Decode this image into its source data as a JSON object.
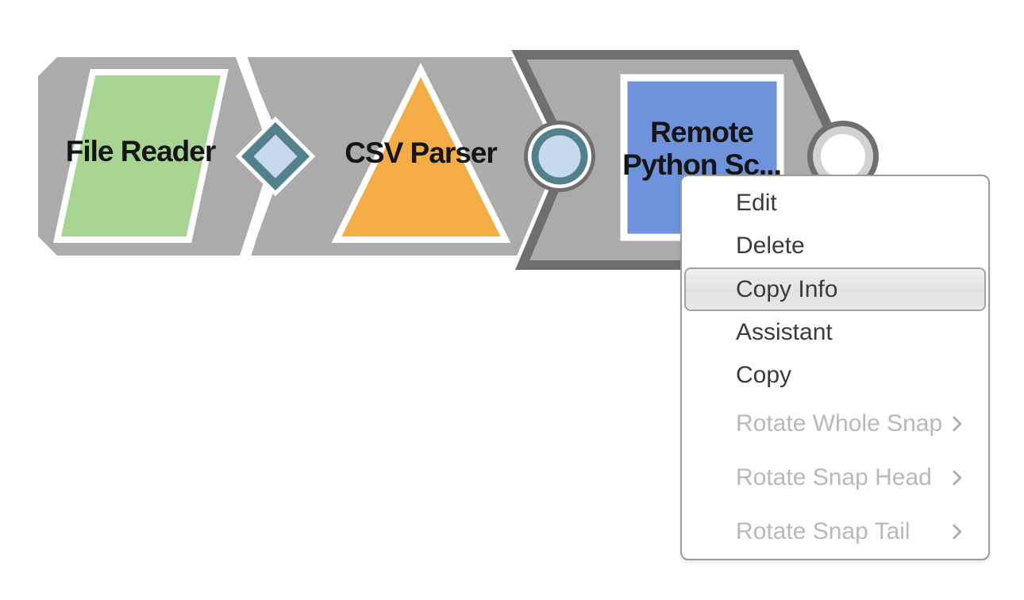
{
  "pipeline": {
    "snaps": [
      {
        "label": "File Reader",
        "shape": "parallelogram",
        "selected": false
      },
      {
        "label": "CSV Parser",
        "shape": "triangle",
        "selected": false
      },
      {
        "label": "Remote Python Sc...",
        "label_line1": "Remote",
        "label_line2": "Python Sc...",
        "shape": "square",
        "selected": true
      }
    ],
    "connectors": [
      {
        "type": "diamond-binary-connection"
      },
      {
        "type": "circle-document-connection"
      },
      {
        "type": "open-output-port"
      }
    ]
  },
  "context_menu": {
    "items": [
      {
        "label": "Edit",
        "enabled": true,
        "highlighted": false,
        "has_submenu": false
      },
      {
        "label": "Delete",
        "enabled": true,
        "highlighted": false,
        "has_submenu": false
      },
      {
        "label": "Copy Info",
        "enabled": true,
        "highlighted": true,
        "has_submenu": false
      },
      {
        "label": "Assistant",
        "enabled": true,
        "highlighted": false,
        "has_submenu": false
      },
      {
        "label": "Copy",
        "enabled": true,
        "highlighted": false,
        "has_submenu": false
      },
      {
        "label": "Rotate Whole Snap",
        "enabled": false,
        "highlighted": false,
        "has_submenu": true
      },
      {
        "label": "Rotate Snap Head",
        "enabled": false,
        "highlighted": false,
        "has_submenu": true
      },
      {
        "label": "Rotate Snap Tail",
        "enabled": false,
        "highlighted": false,
        "has_submenu": true
      }
    ]
  },
  "colors": {
    "canvas_white": "#ffffff",
    "snap_body_gray": "#ababab",
    "selected_border_gray": "#6f6f6f",
    "file_reader_green": "#a7d492",
    "csv_parser_orange": "#f4ac45",
    "python_script_blue": "#6e93db",
    "connector_teal": "#53808d",
    "connector_light_blue": "#c7d9ec",
    "open_port_ring_gray": "#d2d2d2",
    "shape_outline_white": "#ffffff",
    "menu_border_gray": "#9c9c9c",
    "menu_text": "#3a3a3a",
    "menu_disabled_text": "#b9b9b9",
    "highlight_border": "#a2a2a2",
    "snap_label_text": "#151515"
  }
}
